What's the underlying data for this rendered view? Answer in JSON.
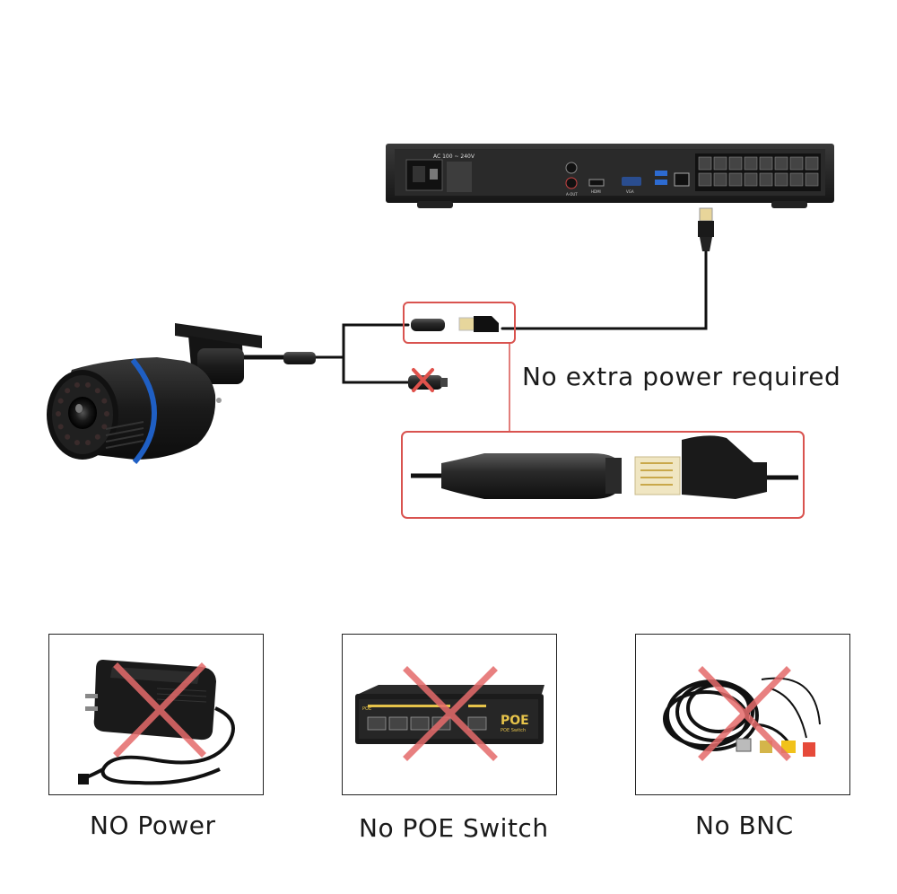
{
  "nvr": {
    "power_label": "AC 100 ~ 240V",
    "av_out_label": "A-OUT",
    "hdmi_label": "HDMI",
    "vga_label": "VGA"
  },
  "callout": {
    "text": "No extra power required"
  },
  "panels": [
    {
      "caption": "NO Power"
    },
    {
      "caption": "No POE Switch",
      "switch_brand": "POE",
      "switch_sub": "POE Switch",
      "switch_port_label": "POE"
    },
    {
      "caption": "No BNC"
    }
  ],
  "colors": {
    "red_cross": "#e56b6b",
    "highlight": "#d9534f",
    "camera_ring": "#1f5fc4",
    "device_body": "#1c1c1c"
  }
}
